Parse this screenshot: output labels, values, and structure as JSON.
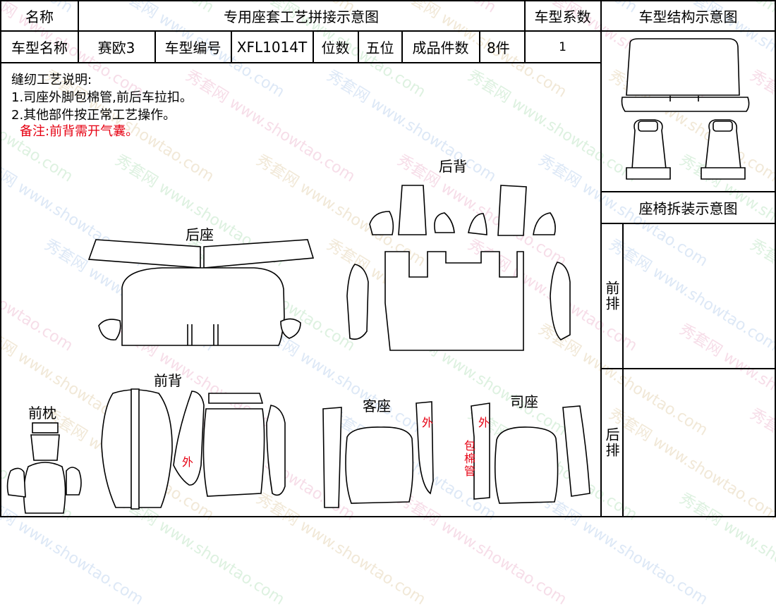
{
  "header": {
    "name_label": "名称",
    "title": "专用座套工艺拼接示意图",
    "coef_label": "车型系数",
    "struct_label": "车型结构示意图"
  },
  "info": {
    "model_name_label": "车型名称",
    "model_name": "赛欧3",
    "model_code_label": "车型编号",
    "model_code": "XFL1014T",
    "seats_label": "位数",
    "seats": "五位",
    "pieces_label": "成品件数",
    "pieces": "8件",
    "coef_value": "1"
  },
  "notes": {
    "heading": "缝纫工艺说明:",
    "line1": "1.司座外脚包棉管,前后车拉扣。",
    "line2": "2.其他部件按正常工艺操作。",
    "remark": "备注:前背需开气囊。"
  },
  "side_panel": {
    "assembly_title": "座椅拆装示意图",
    "front_row": "前排",
    "rear_row": "后排"
  },
  "parts": {
    "rear_back": "后背",
    "rear_seat": "后座",
    "front_back": "前背",
    "front_headrest": "前枕",
    "passenger_seat": "客座",
    "driver_seat": "司座",
    "outer_mark": "外",
    "cotton_tube": "包棉管"
  },
  "watermark": {
    "brand": "秀套网",
    "url": "www.showtao.com"
  },
  "colors": {
    "line": "#000000",
    "accent_red": "#e60012"
  }
}
